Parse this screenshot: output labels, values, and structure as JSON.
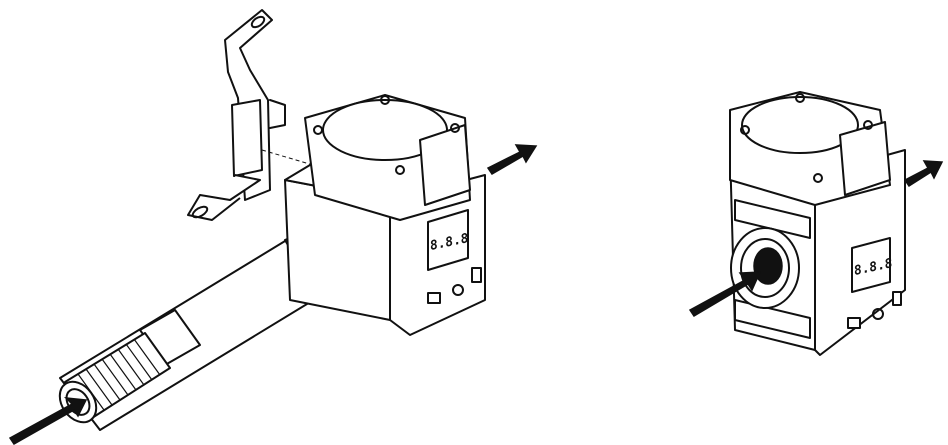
{
  "figure": {
    "type": "technical-installation-illustration",
    "left_view": {
      "description": "Flow sensor unit with mounting bracket and threaded pipe connected at inlet",
      "display_text": "8.8.8",
      "flow_direction": "inlet arrow at pipe end, outlet arrow top-right"
    },
    "right_view": {
      "description": "Flow sensor unit with module connector plates, inlet port shown",
      "display_text": "8.8.8",
      "flow_direction": "inlet arrow into port, outlet arrow top-right"
    },
    "colors": {
      "line": "#111111",
      "background": "#ffffff"
    }
  }
}
